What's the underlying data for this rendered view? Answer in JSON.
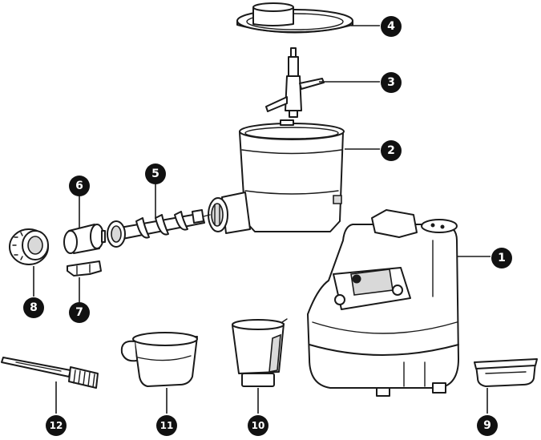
{
  "callouts": [
    {
      "id": "callout-1",
      "label": "1"
    },
    {
      "id": "callout-2",
      "label": "2"
    },
    {
      "id": "callout-3",
      "label": "3"
    },
    {
      "id": "callout-4",
      "label": "4"
    },
    {
      "id": "callout-5",
      "label": "5"
    },
    {
      "id": "callout-6",
      "label": "6"
    },
    {
      "id": "callout-7",
      "label": "7"
    },
    {
      "id": "callout-8",
      "label": "8"
    },
    {
      "id": "callout-9",
      "label": "9"
    },
    {
      "id": "callout-10",
      "label": "10"
    },
    {
      "id": "callout-11",
      "label": "11"
    },
    {
      "id": "callout-12",
      "label": "12"
    }
  ],
  "colors": {
    "line": "#1a1a1a",
    "badge": "#111111",
    "badge_text": "#ffffff",
    "background": "#ffffff"
  }
}
